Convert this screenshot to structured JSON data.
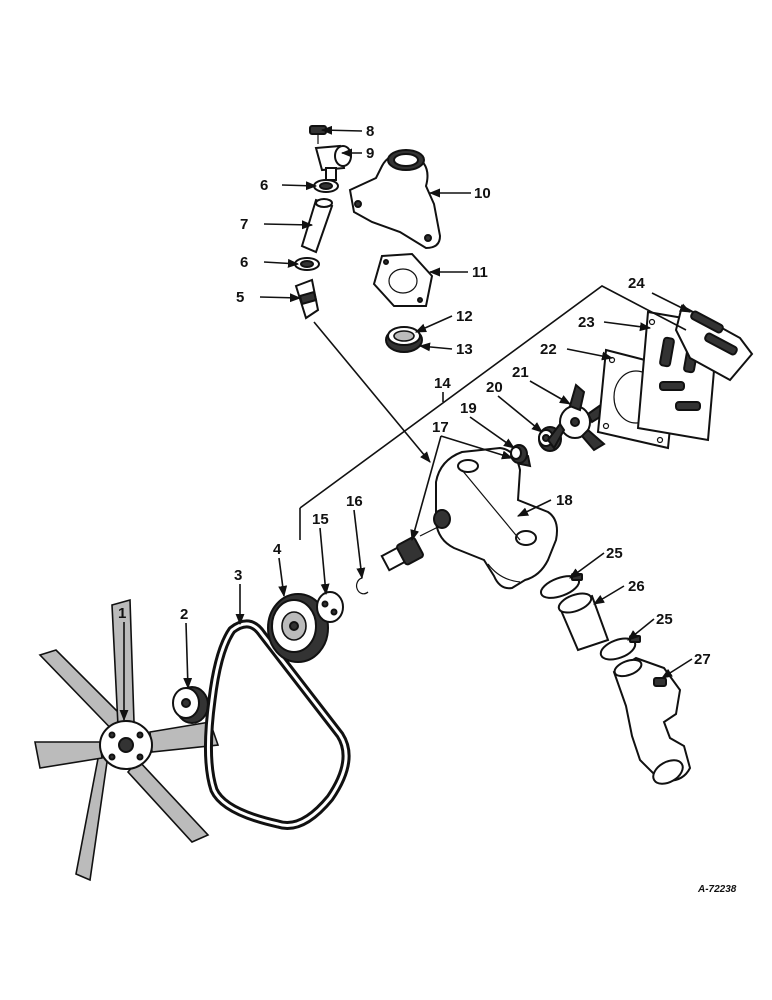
{
  "diagram": {
    "reference_number": "A-72238",
    "callouts": [
      "1",
      "2",
      "3",
      "4",
      "5",
      "6",
      "6",
      "7",
      "8",
      "9",
      "10",
      "11",
      "12",
      "13",
      "14",
      "15",
      "16",
      "17",
      "18",
      "19",
      "20",
      "21",
      "22",
      "23",
      "24",
      "25",
      "25",
      "26",
      "27"
    ]
  }
}
